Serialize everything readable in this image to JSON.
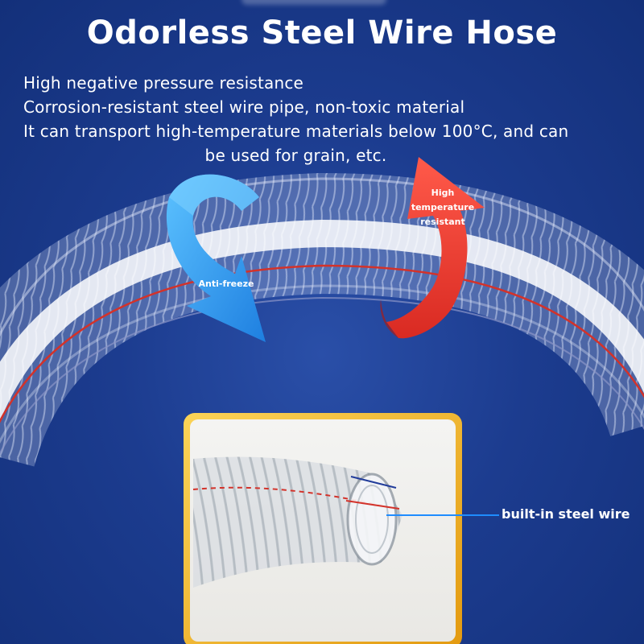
{
  "title": "Odorless Steel Wire Hose",
  "features": [
    "High negative pressure resistance",
    "Corrosion-resistant steel wire pipe, non-toxic material",
    "It can transport high-temperature materials below 100°C, and can",
    "be used for grain, etc."
  ],
  "labels": {
    "anti_freeze": "Anti-freeze",
    "high_temp": [
      "High",
      "temperature",
      "resistant"
    ]
  },
  "callout": "built-in steel wire",
  "colors": {
    "background": "#1c3c8f",
    "blue_arrow": "#2f9cf2",
    "red_arrow": "#e8382f",
    "frame": "#f2b21c",
    "wire_red": "#d3322a"
  }
}
